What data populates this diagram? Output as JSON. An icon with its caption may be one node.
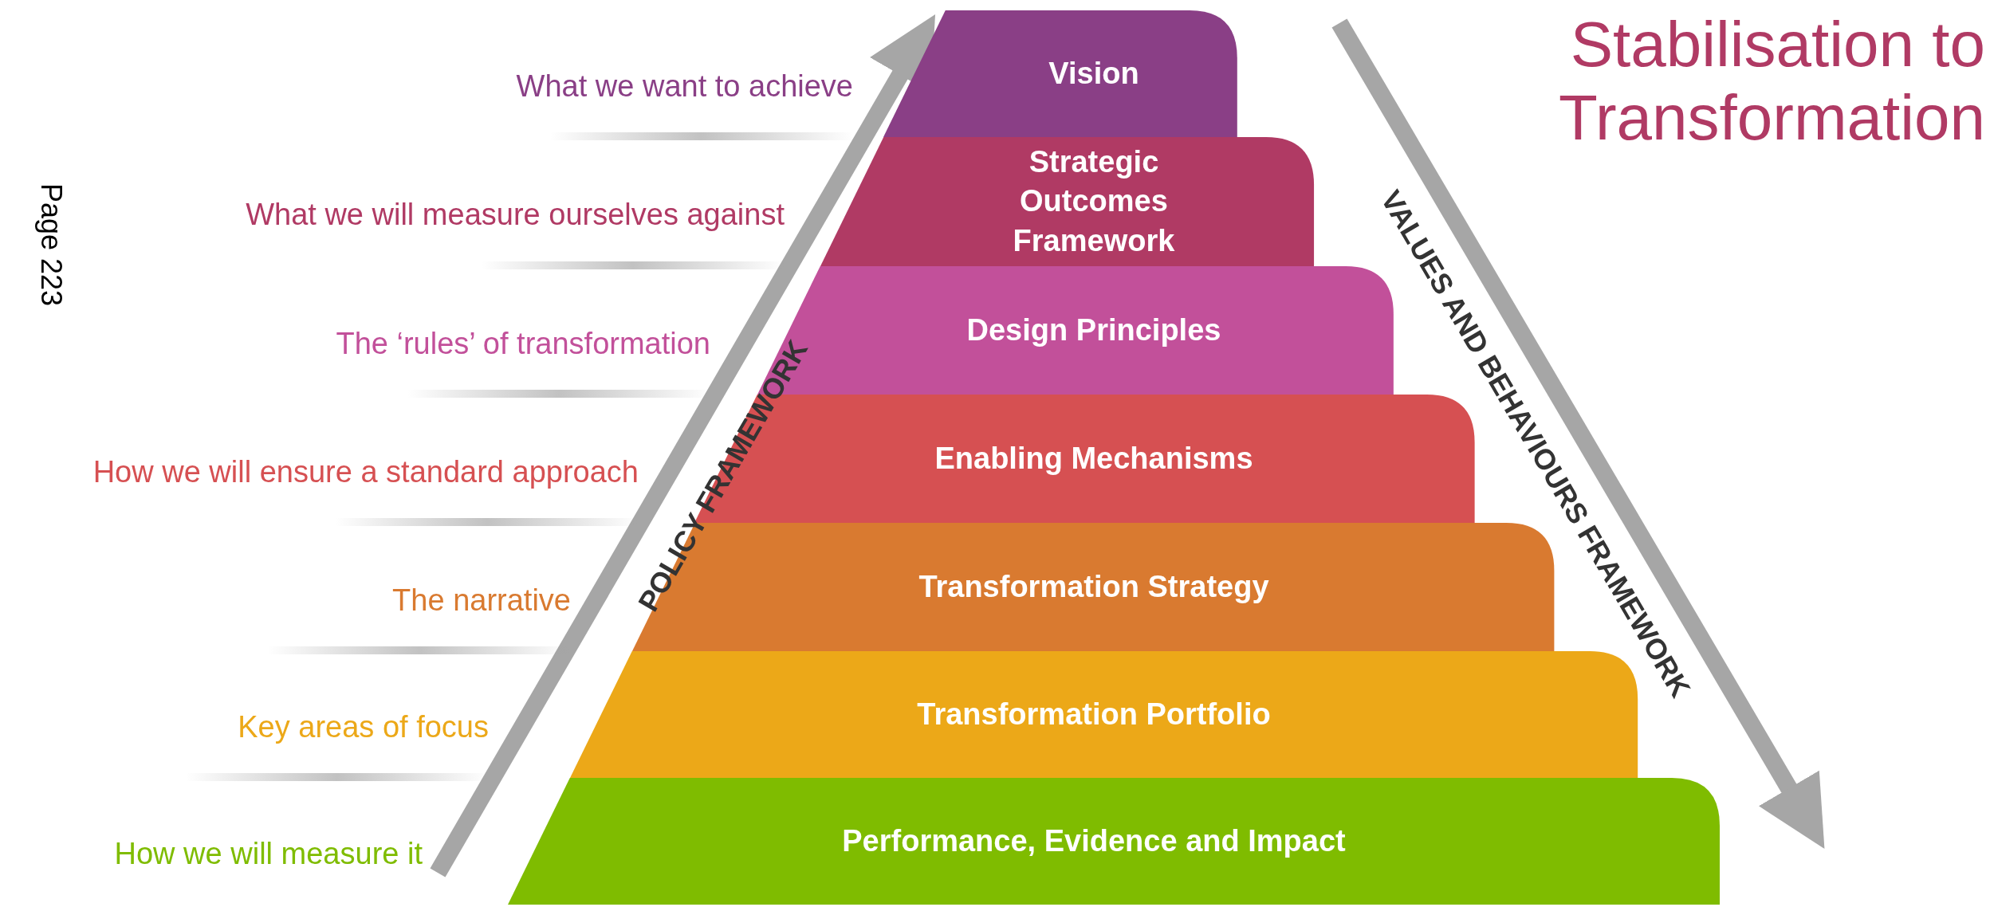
{
  "diagram": {
    "title": "Stabilisation to Transformation",
    "nodes": [
      {
        "text": [
          "Vision"
        ]
      },
      {
        "text": [
          "Strategic Outcomes Framework"
        ]
      },
      {
        "text": [
          "Design Principles"
        ]
      },
      {
        "text": [
          "Enabling Mechanisms"
        ]
      },
      {
        "text": [
          "Transformation Strategy"
        ]
      },
      {
        "text": [
          "Transformation Portfolio"
        ]
      },
      {
        "text": [
          "Performance, Evidence and Impact"
        ]
      }
    ],
    "labels": [
      "Page 223",
      "What we want to achieve",
      "What we will measure ourselves against",
      "The ‘rules’ of transformation",
      "How we will ensure a standard approach",
      "The narrative",
      "Key areas of focus",
      "How we will measure it",
      "POLICY FRAMEWORK",
      "VALUES AND BEHAVIOURS FRAMEWORK"
    ]
  }
}
